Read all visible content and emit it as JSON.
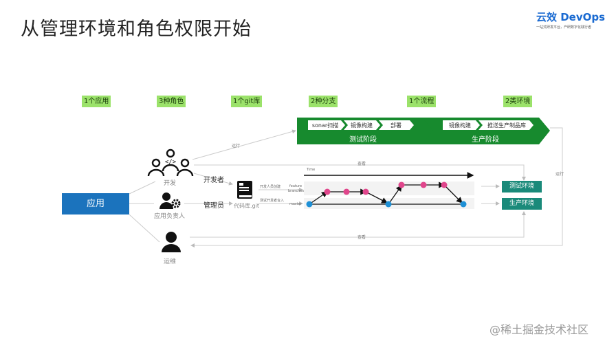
{
  "title": "从管理环境和角色权限开始",
  "brand": {
    "name": "云效 DevOps",
    "tagline": "一站式研发平台，产研数字化践行者"
  },
  "top_tags": [
    "1个应用",
    "3种角色",
    "1个git库",
    "2种分支",
    "1个流程",
    "2类环境"
  ],
  "app_label": "应用",
  "roles": {
    "dev": "开发",
    "owner": "应用负责人",
    "ops": "运维"
  },
  "role_edges": {
    "developer": "开发者",
    "admin": "管理员"
  },
  "repo_label": "代码库.git",
  "pipeline": {
    "test_steps": [
      "sonar扫描",
      "镜像构建",
      "部署"
    ],
    "test_phase": "测试阶段",
    "prod_steps": [
      "镜像构建",
      "推送生产制品库"
    ],
    "prod_phase": "生产阶段"
  },
  "environments": {
    "test": "测试环境",
    "prod": "生产环境"
  },
  "edge_labels": {
    "run_top": "运行",
    "run_right": "运行",
    "view_top": "查看",
    "view_bottom": "查看"
  },
  "branch_labels": {
    "time": "Time",
    "feature_note": "开发人员创建",
    "feature": "feature",
    "feature_sub": "branches",
    "master_note": "测试开发者合入",
    "master": "master"
  },
  "watermark": "@稀土掘金技术社区"
}
